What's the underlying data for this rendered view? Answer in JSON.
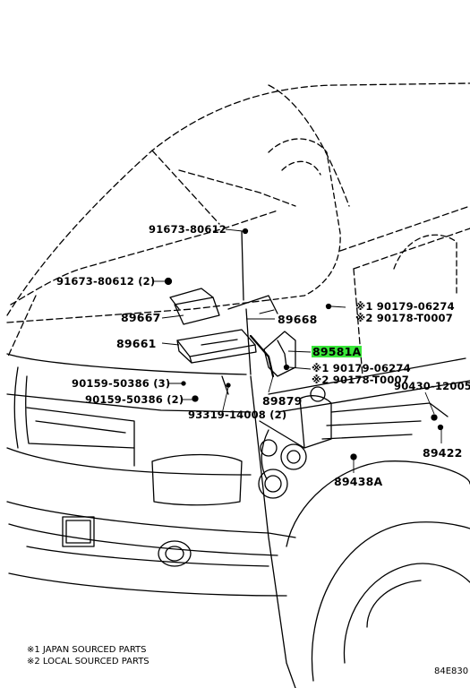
{
  "highlight_color": "#39e639",
  "parts": {
    "p1": "91673-80612",
    "p2": "91673-80612 (2)",
    "p3": "89667",
    "p4": "89661",
    "p5": "90159-50386 (3)",
    "p6": "90159-50386 (2)",
    "p7": "93319-14008 (2)",
    "p8": "89668",
    "p9a": "※1 90179-06274",
    "p9b": "※2 90178-T0007",
    "p10": "89581A",
    "p11a": "※1 90179-06274",
    "p11b": "※2 90178-T0007",
    "p12": "89879",
    "p13": "90430-12005",
    "p14": "89422",
    "p15": "89438A"
  },
  "notes": {
    "n1": "※1 JAPAN SOURCED PARTS",
    "n2": "※2 LOCAL SOURCED PARTS"
  },
  "diagram_code": "84E830"
}
